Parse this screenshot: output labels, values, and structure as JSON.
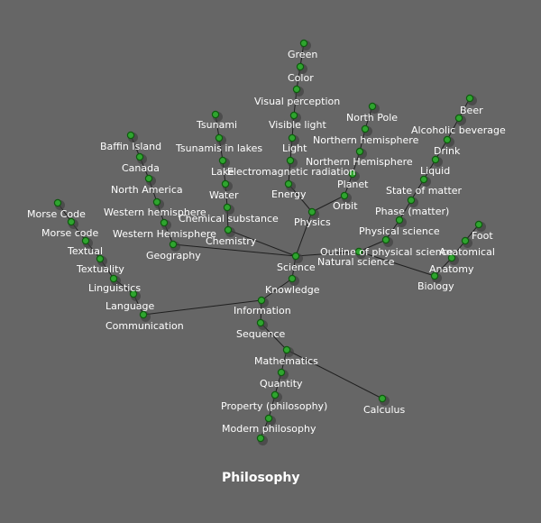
{
  "graph": {
    "root": "Philosophy",
    "nodes": [
      {
        "id": "philosophy",
        "label": "Philosophy"
      },
      {
        "id": "modern_philosophy",
        "label": "Modern philosophy"
      },
      {
        "id": "property_philosophy",
        "label": "Property (philosophy)"
      },
      {
        "id": "quantity",
        "label": "Quantity"
      },
      {
        "id": "mathematics",
        "label": "Mathematics"
      },
      {
        "id": "calculus",
        "label": "Calculus"
      },
      {
        "id": "sequence",
        "label": "Sequence"
      },
      {
        "id": "information",
        "label": "Information"
      },
      {
        "id": "knowledge",
        "label": "Knowledge"
      },
      {
        "id": "science",
        "label": "Science"
      },
      {
        "id": "communication",
        "label": "Communication"
      },
      {
        "id": "language",
        "label": "Language"
      },
      {
        "id": "linguistics",
        "label": "Linguistics"
      },
      {
        "id": "textuality",
        "label": "Textuality"
      },
      {
        "id": "textual",
        "label": "Textual"
      },
      {
        "id": "morse_code_lower",
        "label": "Morse code"
      },
      {
        "id": "morse_code_upper",
        "label": "Morse Code"
      },
      {
        "id": "geography",
        "label": "Geography"
      },
      {
        "id": "western_hemisphere_upper",
        "label": "Western Hemisphere"
      },
      {
        "id": "western_hemisphere_lower",
        "label": "Western hemisphere"
      },
      {
        "id": "north_america",
        "label": "North America"
      },
      {
        "id": "canada",
        "label": "Canada"
      },
      {
        "id": "baffin_island",
        "label": "Baffin Island"
      },
      {
        "id": "chemistry",
        "label": "Chemistry"
      },
      {
        "id": "chemical_substance",
        "label": "Chemical substance"
      },
      {
        "id": "water",
        "label": "Water"
      },
      {
        "id": "lake",
        "label": "Lake"
      },
      {
        "id": "tsunamis_in_lakes",
        "label": "Tsunamis in lakes"
      },
      {
        "id": "tsunami",
        "label": "Tsunami"
      },
      {
        "id": "physics",
        "label": "Physics"
      },
      {
        "id": "energy",
        "label": "Energy"
      },
      {
        "id": "electromagnetic_radiation",
        "label": "Electromagnetic radiation"
      },
      {
        "id": "light",
        "label": "Light"
      },
      {
        "id": "visible_light",
        "label": "Visible light"
      },
      {
        "id": "visual_perception",
        "label": "Visual perception"
      },
      {
        "id": "color",
        "label": "Color"
      },
      {
        "id": "green",
        "label": "Green"
      },
      {
        "id": "orbit",
        "label": "Orbit"
      },
      {
        "id": "planet",
        "label": "Planet"
      },
      {
        "id": "northern_hemisphere_upper",
        "label": "Northern Hemisphere"
      },
      {
        "id": "northern_hemisphere_lower",
        "label": "Northern hemisphere"
      },
      {
        "id": "north_pole",
        "label": "North Pole"
      },
      {
        "id": "natural_science",
        "label": "Natural science"
      },
      {
        "id": "outline_physical_science",
        "label": "Outline of physical science"
      },
      {
        "id": "physical_science",
        "label": "Physical science"
      },
      {
        "id": "phase_matter",
        "label": "Phase (matter)"
      },
      {
        "id": "state_of_matter",
        "label": "State of matter"
      },
      {
        "id": "liquid",
        "label": "Liquid"
      },
      {
        "id": "drink",
        "label": "Drink"
      },
      {
        "id": "alcoholic_beverage",
        "label": "Alcoholic beverage"
      },
      {
        "id": "beer",
        "label": "Beer"
      },
      {
        "id": "biology",
        "label": "Biology"
      },
      {
        "id": "anatomy",
        "label": "Anatomy"
      },
      {
        "id": "anatomical",
        "label": "Anatomical"
      },
      {
        "id": "foot",
        "label": "Foot"
      }
    ],
    "edges": [
      [
        "philosophy",
        "modern_philosophy"
      ],
      [
        "modern_philosophy",
        "property_philosophy"
      ],
      [
        "property_philosophy",
        "quantity"
      ],
      [
        "quantity",
        "mathematics"
      ],
      [
        "mathematics",
        "calculus"
      ],
      [
        "mathematics",
        "sequence"
      ],
      [
        "sequence",
        "information"
      ],
      [
        "information",
        "knowledge"
      ],
      [
        "knowledge",
        "science"
      ],
      [
        "information",
        "communication"
      ],
      [
        "communication",
        "language"
      ],
      [
        "language",
        "linguistics"
      ],
      [
        "linguistics",
        "textuality"
      ],
      [
        "textuality",
        "textual"
      ],
      [
        "textual",
        "morse_code_lower"
      ],
      [
        "morse_code_lower",
        "morse_code_upper"
      ],
      [
        "science",
        "geography"
      ],
      [
        "geography",
        "western_hemisphere_upper"
      ],
      [
        "western_hemisphere_upper",
        "western_hemisphere_lower"
      ],
      [
        "western_hemisphere_lower",
        "north_america"
      ],
      [
        "north_america",
        "canada"
      ],
      [
        "canada",
        "baffin_island"
      ],
      [
        "science",
        "chemistry"
      ],
      [
        "chemistry",
        "chemical_substance"
      ],
      [
        "chemical_substance",
        "water"
      ],
      [
        "water",
        "lake"
      ],
      [
        "lake",
        "tsunamis_in_lakes"
      ],
      [
        "tsunamis_in_lakes",
        "tsunami"
      ],
      [
        "science",
        "physics"
      ],
      [
        "physics",
        "energy"
      ],
      [
        "energy",
        "electromagnetic_radiation"
      ],
      [
        "electromagnetic_radiation",
        "light"
      ],
      [
        "light",
        "visible_light"
      ],
      [
        "visible_light",
        "visual_perception"
      ],
      [
        "visual_perception",
        "color"
      ],
      [
        "color",
        "green"
      ],
      [
        "physics",
        "orbit"
      ],
      [
        "orbit",
        "planet"
      ],
      [
        "planet",
        "northern_hemisphere_upper"
      ],
      [
        "northern_hemisphere_upper",
        "northern_hemisphere_lower"
      ],
      [
        "northern_hemisphere_lower",
        "north_pole"
      ],
      [
        "science",
        "natural_science"
      ],
      [
        "natural_science",
        "outline_physical_science"
      ],
      [
        "outline_physical_science",
        "physical_science"
      ],
      [
        "physical_science",
        "phase_matter"
      ],
      [
        "phase_matter",
        "state_of_matter"
      ],
      [
        "state_of_matter",
        "liquid"
      ],
      [
        "liquid",
        "drink"
      ],
      [
        "drink",
        "alcoholic_beverage"
      ],
      [
        "alcoholic_beverage",
        "beer"
      ],
      [
        "natural_science",
        "biology"
      ],
      [
        "biology",
        "anatomy"
      ],
      [
        "anatomy",
        "anatomical"
      ],
      [
        "anatomical",
        "foot"
      ]
    ]
  }
}
